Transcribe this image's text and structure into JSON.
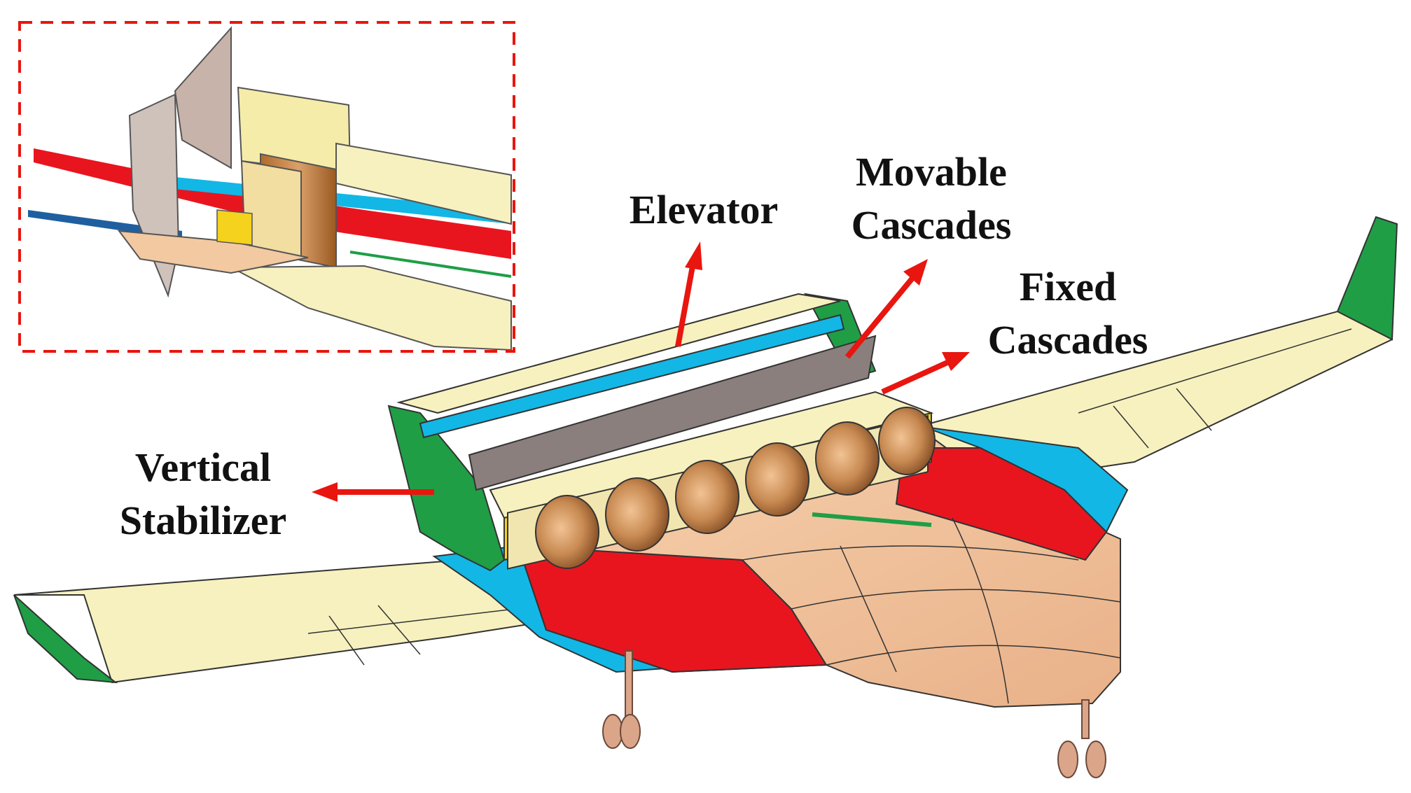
{
  "labels": {
    "elevator": "Elevator",
    "movable_cascades": [
      "Movable",
      "Cascades"
    ],
    "fixed_cascades": [
      "Fixed",
      "Cascades"
    ],
    "vertical_stabilizer": [
      "Vertical",
      "Stabilizer"
    ]
  },
  "colors": {
    "arrow": "#e8160f",
    "inset_border": "#e8160f",
    "wing": "#f7f1bf",
    "fuselage": "#f2c9a0",
    "red_band": "#e8151f",
    "cyan_band": "#12b7e5",
    "fin_green": "#1f9e46",
    "cascade_gray": "#8a7f7d",
    "duct": "#c58a52",
    "yellow_bay": "#f4d21e",
    "gear": "#d9a58a",
    "line": "#2b2b2b"
  }
}
